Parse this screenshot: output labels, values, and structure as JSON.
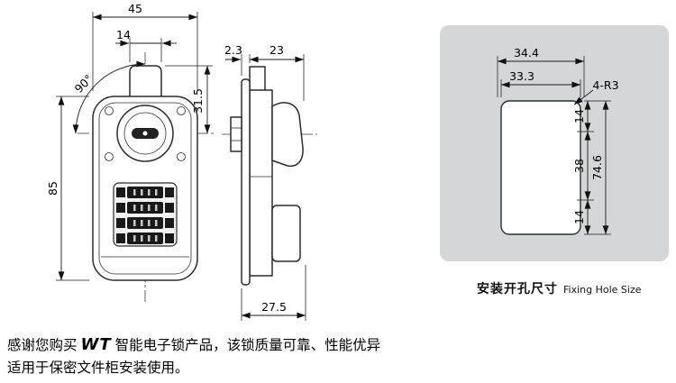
{
  "front_view": {
    "dim_width": "45",
    "dim_stem_width": "14",
    "dim_angle": "90°",
    "dim_height": "85",
    "dim_top_offset": "31.5"
  },
  "side_view": {
    "dim_flange_thickness": "2.3",
    "dim_body_depth": "23",
    "dim_total_depth": "27.5"
  },
  "fixing_hole": {
    "dim_outer_width": "34.4",
    "dim_inner_width": "33.3",
    "dim_corner_radius": "4-R3",
    "dim_top_spacing": "14",
    "dim_center_spacing": "38",
    "dim_bottom_spacing": "14",
    "dim_total_height": "74.6",
    "caption_zh": "安装开孔尺寸",
    "caption_en": "Fixing Hole Size"
  },
  "footer": {
    "line1_before_brand": "感谢您购买",
    "brand": "WT",
    "line1_after_brand": "智能电子锁产品，该锁质量可靠、性能优异",
    "line2": "适用于保密文件柜安装使用。"
  },
  "colors": {
    "line": "#2b2b2b",
    "panel_bg": "#d5d6d7",
    "dial": "#191919"
  }
}
